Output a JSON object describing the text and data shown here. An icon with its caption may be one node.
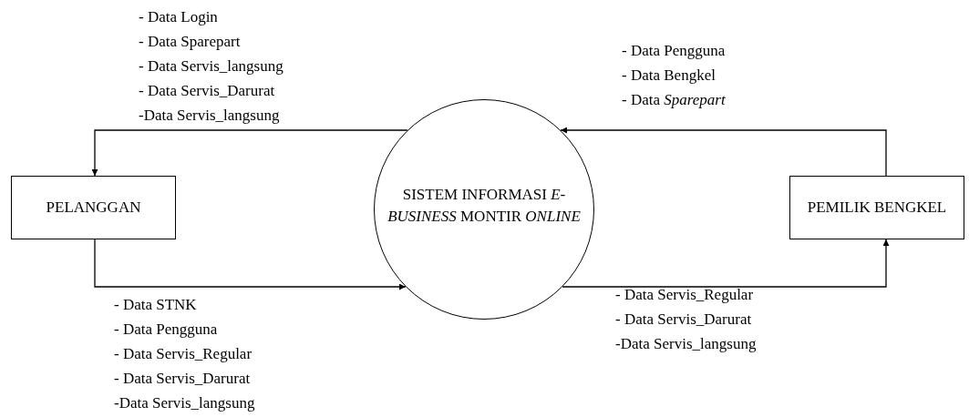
{
  "diagram": {
    "nodes": [
      {
        "text": [
          "PELANGGAN"
        ]
      },
      {
        "text": [
          "SISTEM INFORMASI *E-BUSINESS* MONTIR *ONLINE*"
        ]
      },
      {
        "text": [
          "PEMILIK BENGKEL"
        ]
      }
    ],
    "edges": [
      {
        "from": 1,
        "to": 0,
        "arrow": "to",
        "label": "- Data Login\n- Data Sparepart\n- Data Servis_langsung\n- Data Servis_Darurat\n-Data Servis_langsung"
      },
      {
        "from": 0,
        "to": 1,
        "arrow": "to",
        "label": "- Data STNK\n- Data Pengguna\n- Data Servis_Regular\n- Data Servis_Darurat\n-Data Servis_langsung"
      },
      {
        "from": 2,
        "to": 1,
        "arrow": "to",
        "label": "- Data Pengguna\n- Data Bengkel\n- Data *Sparepart*"
      },
      {
        "from": 1,
        "to": 2,
        "arrow": "to",
        "label": "- Data Servis_Regular\n- Data Servis_Darurat\n-Data Servis_langsung"
      }
    ]
  }
}
